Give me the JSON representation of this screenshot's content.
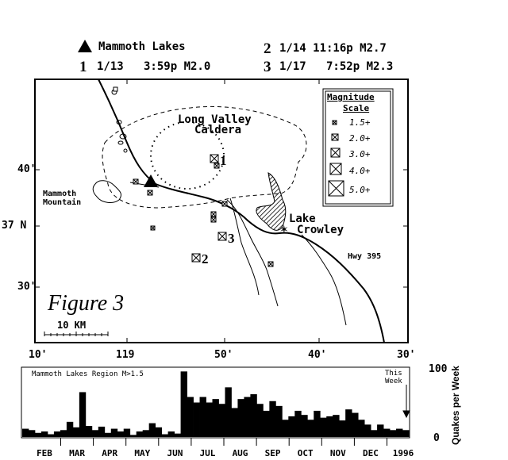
{
  "header": {
    "legend_mammoth": "Mammoth Lakes",
    "events": [
      {
        "num": "1",
        "text": "1/13   3:59p M2.0"
      },
      {
        "num": "2",
        "text": "1/14 11:16p M2.7"
      },
      {
        "num": "3",
        "text": "1/17   7:52p M2.3"
      }
    ]
  },
  "map": {
    "caldera_label_1": "Long Valley",
    "caldera_label_2": "Caldera",
    "mammoth_mtn_1": "Mammoth",
    "mammoth_mtn_2": "Mountain",
    "lake_crowley_1": "Lake",
    "lake_crowley_2": "Crowley",
    "hwy": "Hwy 395",
    "figure_label": "Figure 3",
    "scale_label": "10 KM",
    "event_labels": [
      "1",
      "2",
      "3"
    ],
    "lat_labels": [
      "40'",
      "37 N",
      "30'"
    ],
    "lon_labels": [
      "10'",
      "119",
      "50'",
      "40'",
      "30'"
    ]
  },
  "magnitude_scale": {
    "title_1": "Magnitude",
    "title_2": "Scale",
    "entries": [
      "1.5+",
      "2.0+",
      "3.0+",
      "4.0+",
      "5.0+"
    ]
  },
  "histogram": {
    "region_label": "Mammoth Lakes Region M>1.5",
    "this_week_1": "This",
    "this_week_2": "Week",
    "y_axis_title": "Quakes per Week",
    "y_ticks": [
      "100",
      "0"
    ],
    "ylim": [
      0,
      100
    ],
    "months": [
      "FEB",
      "MAR",
      "APR",
      "MAY",
      "JUN",
      "JUL",
      "AUG",
      "SEP",
      "OCT",
      "NOV",
      "DEC",
      "1996"
    ]
  },
  "chart_data": {
    "type": "bar",
    "title": "",
    "xlabel": "",
    "ylabel": "Quakes per Week",
    "ylim": [
      0,
      100
    ],
    "categories": [
      "FEB",
      "MAR",
      "APR",
      "MAY",
      "JUN",
      "JUL",
      "AUG",
      "SEP",
      "OCT",
      "NOV",
      "DEC",
      "1996"
    ],
    "series": [
      {
        "values": [
          12,
          10,
          6,
          8,
          4,
          8,
          10,
          22,
          14,
          65,
          16,
          10,
          15,
          6,
          12,
          8,
          12,
          3,
          8,
          10,
          20,
          14,
          4,
          8,
          5,
          95,
          58,
          50,
          58,
          50,
          55,
          48,
          72,
          42,
          55,
          58,
          62,
          48,
          38,
          52,
          45,
          25,
          30,
          38,
          32,
          25,
          38,
          28,
          30,
          32,
          24,
          40,
          35,
          25,
          18,
          10,
          18,
          12,
          10,
          12,
          10
        ]
      }
    ]
  }
}
